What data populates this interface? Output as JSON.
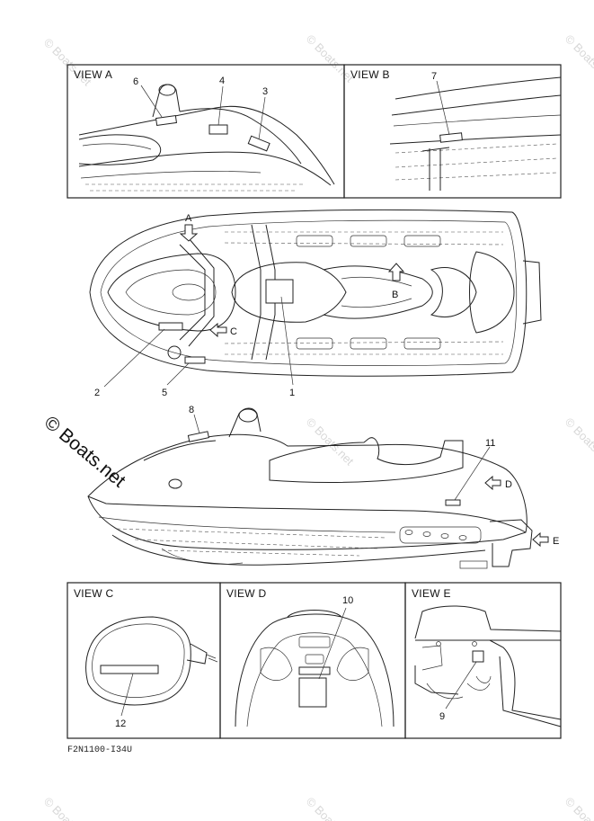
{
  "watermark": {
    "faint_text": "© Boats.net",
    "main_text": "© Boats.net"
  },
  "views": {
    "a": "VIEW A",
    "b": "VIEW B",
    "c": "VIEW C",
    "d": "VIEW D",
    "e": "VIEW E"
  },
  "direction_markers": {
    "a": "A",
    "b": "B",
    "c": "C",
    "d": "D",
    "e": "E"
  },
  "callouts": {
    "n1": "1",
    "n2": "2",
    "n3": "3",
    "n4": "4",
    "n5": "5",
    "n6": "6",
    "n7": "7",
    "n8": "8",
    "n9": "9",
    "n10": "10",
    "n11": "11",
    "n12": "12"
  },
  "footer_code": "F2N1100-I34U"
}
